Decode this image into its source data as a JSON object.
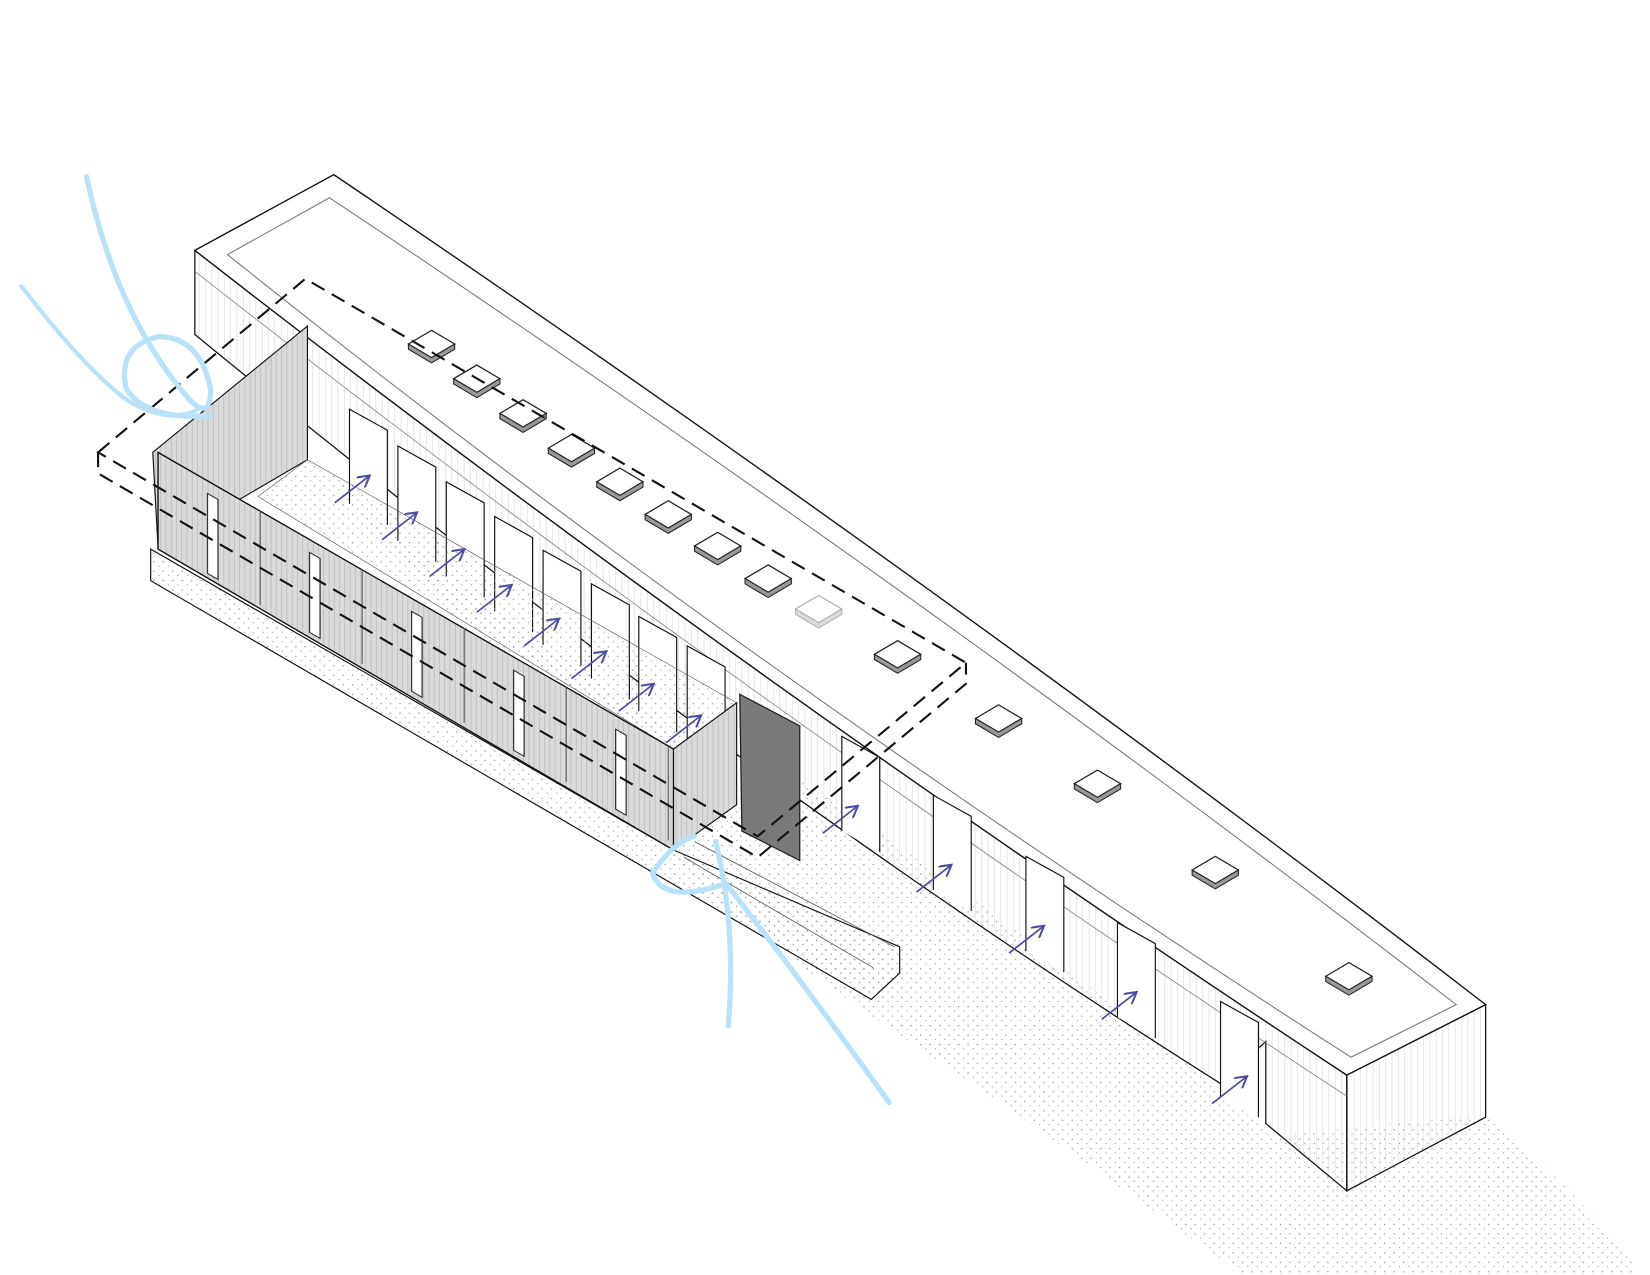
{
  "diagram": {
    "type": "axonometric-architectural-diagram",
    "colors": {
      "line": "#111111",
      "airflow": "#b9e1f8",
      "arrow": "#4b4ba3",
      "dark_panel": "#7a7a7a",
      "wall_panel": "#d9d9d9",
      "ground_dots": "#9a9a9a"
    },
    "skylight_count": 14,
    "door_count": 14,
    "icons": [
      "airflow-curve",
      "ventilation-arrow",
      "skylight"
    ]
  }
}
